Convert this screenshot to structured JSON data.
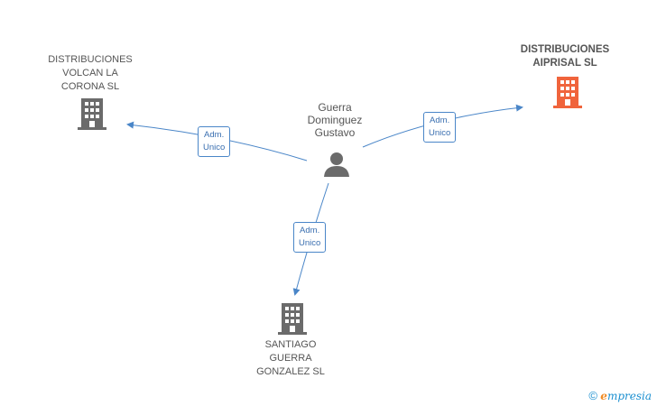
{
  "nodes": {
    "volcan": {
      "label": "DISTRIBUCIONES\nVOLCAN LA\nCORONA SL",
      "icon": "building-icon",
      "color": "#6b6b6b"
    },
    "aiprisal": {
      "label": "DISTRIBUCIONES\nAIPRISAL SL",
      "icon": "building-icon",
      "color": "#f0643c"
    },
    "santiago": {
      "label": "SANTIAGO\nGUERRA\nGONZALEZ SL",
      "icon": "building-icon",
      "color": "#6b6b6b"
    },
    "person": {
      "label": "Guerra\nDominguez\nGustavo",
      "icon": "person-icon",
      "color": "#6b6b6b"
    }
  },
  "edges": [
    {
      "label": "Adm.\nUnico",
      "to": "volcan"
    },
    {
      "label": "Adm.\nUnico",
      "to": "aiprisal"
    },
    {
      "label": "Adm.\nUnico",
      "to": "santiago"
    }
  ],
  "colors": {
    "edge": "#4a86c8",
    "highlight": "#f0643c",
    "neutral": "#6b6b6b"
  },
  "footer": {
    "copyright": "©",
    "brand_first": "e",
    "brand_rest": "mpresia"
  }
}
